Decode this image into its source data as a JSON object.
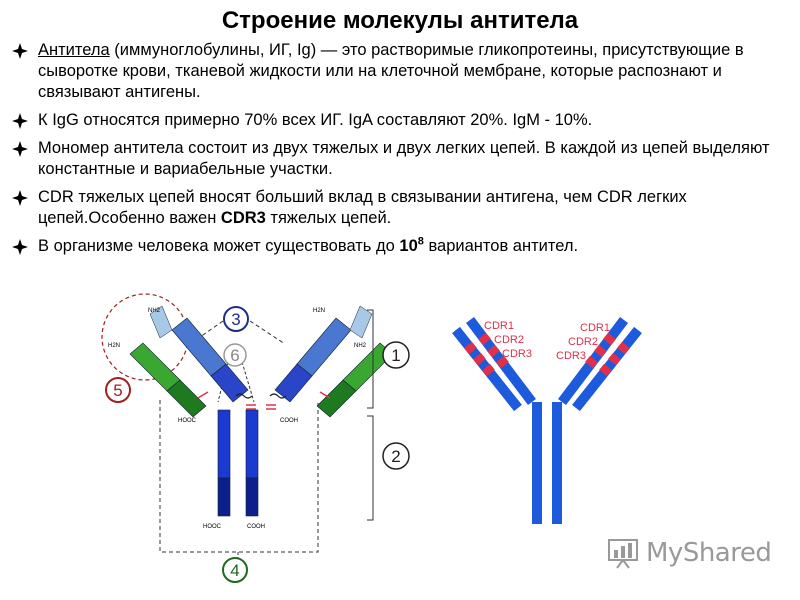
{
  "title": "Строение молекулы антитела",
  "bullets": [
    {
      "lead_underlined": "Антитела",
      "text": " (иммуноглобулины, ИГ, Ig) — это растворимые гликопротеины, присутствующие в сыворотке крови, тканевой жидкости или на клеточной мембране, которые распознают и связывают антигены."
    },
    {
      "text": "К IgG относятся примерно 70% всех ИГ. IgA составляют 20%. IgM - 10%."
    },
    {
      "text": "Мономер антитела состоит из двух тяжелых и двух легких цепей. В каждой из цепей выделяют константные и вариабельные участки."
    },
    {
      "text_before": "CDR тяжелых цепей вносят больший вклад в связывании антигена, чем CDR легких цепей.Особенно важен ",
      "bold": "CDR3",
      "text_after": " тяжелых цепей."
    },
    {
      "text_before": "В организме человека может существовать до ",
      "bold_base": "10",
      "bold_sup": "8",
      "text_after": " вариантов антител."
    }
  ],
  "diagram_left": {
    "nh2": "NH2",
    "h2n": "H2N",
    "hooc": "HOOC",
    "cooh": "COOH",
    "markers": [
      "3",
      "6",
      "5",
      "1",
      "2",
      "4"
    ]
  },
  "diagram_right": {
    "cdr_labels": [
      "CDR1",
      "CDR2",
      "CDR3"
    ]
  },
  "logo": {
    "text": "MyShared"
  },
  "colors": {
    "heavy_variable": "#4a78d0",
    "heavy_constant": "#1a2fb8",
    "light_variable": "#3aa830",
    "light_constant": "#1e7a1e",
    "cdr": "#e0304a",
    "marker_blue": "#1e2f8a",
    "marker_red": "#a02020"
  }
}
